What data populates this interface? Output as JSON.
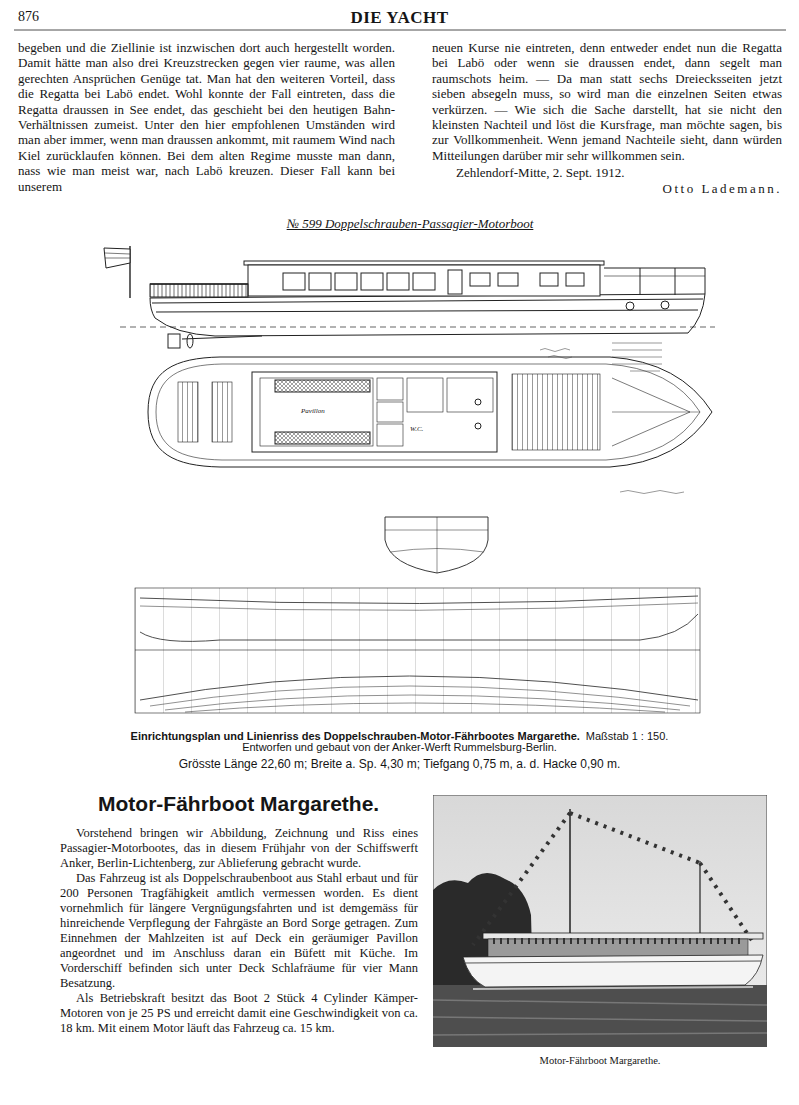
{
  "diagram": {
    "title": "Motor-Fährboot Margarethe.",
    "caption": "Einrichtungsplan und Linienriss des Doppelschrauben-Motor-Fährbootes Margarethe.",
    "nodes": [
      {
        "text": [
          "Motor-Fährboot Margarethe."
        ]
      }
    ],
    "labels": [
      "876",
      "DIE YACHT",
      "begeben und die Ziellinie ist inzwischen dort auch hergestellt worden. Damit hätte man also drei Kreuzstrecken gegen vier raume, was allen gerechten Ansprüchen Genüge tat. Man hat den weiteren Vorteil, dass die Regatta bei Labö endet. Wohl konnte der Fall eintreten, dass die Regatta draussen in See endet, das geschieht bei den heutigen Bahn-Verhältnissen zumeist. Unter den hier empfohlenen Umständen wird man aber immer, wenn man draussen ankommt, mit raumem Wind nach Kiel zurücklaufen können. Bei dem alten Regime musste man dann, nass wie man meist war, nach Labö kreuzen. Dieser Fall kann bei unserem",
      "neuen Kurse nie eintreten, denn entweder endet nun die Regatta bei Labö oder wenn sie draussen endet, dann segelt man raumschots heim. — Da man statt sechs Dreiecksseiten jetzt sieben absegeln muss, so wird man die einzelnen Seiten etwas verkürzen. — Wie sich die Sache darstellt, hat sie nicht den kleinsten Nachteil und löst die Kursfrage, man möchte sagen, bis zur Vollkommenheit. Wenn jemand Nachteile sieht, dann würden Mitteilungen darüber mir sehr willkommen sein.",
      "Zehlendorf-Mitte, 2. Sept. 1912.",
      "Otto Lademann.",
      "№ 599 Doppelschrauben-Passagier-Motorboot",
      "Pavillon",
      "W.C.",
      "Maßstab 1 : 150.",
      "Entworfen und gebaut von der Anker-Werft Rummelsburg-Berlin.",
      "Grösste Länge 22,60 m; Breite a. Sp. 4,30 m; Tiefgang 0,75 m, a. d. Hacke 0,90 m.",
      "Vorstehend bringen wir Abbildung, Zeichnung und Riss eines Passagier-Motorbootes, das in diesem Frühjahr von der Schiffswerft Anker, Berlin-Lichtenberg, zur Ablieferung gebracht wurde.",
      "Das Fahrzeug ist als Doppelschraubenboot aus Stahl erbaut und für 200 Personen Tragfähigkeit amtlich vermessen worden. Es dient vornehmlich für längere Vergnügungsfahrten und ist demgemäss für hinreichende Verpflegung der Fahrgäste an Bord Sorge getragen. Zum Einnehmen der Mahlzeiten ist auf Deck ein geräumiger Pavillon angeordnet und im Anschluss daran ein Büfett mit Küche. Im Vorderschiff befinden sich unter Deck Schlafräume für vier Mann Besatzung.",
      "Als Betriebskraft besitzt das Boot 2 Stück 4 Cylinder Kämper-Motoren von je 25 PS und erreicht damit eine Geschwindigkeit von ca. 18 km. Mit einem Motor läuft das Fahrzeug ca. 15 km."
    ]
  }
}
